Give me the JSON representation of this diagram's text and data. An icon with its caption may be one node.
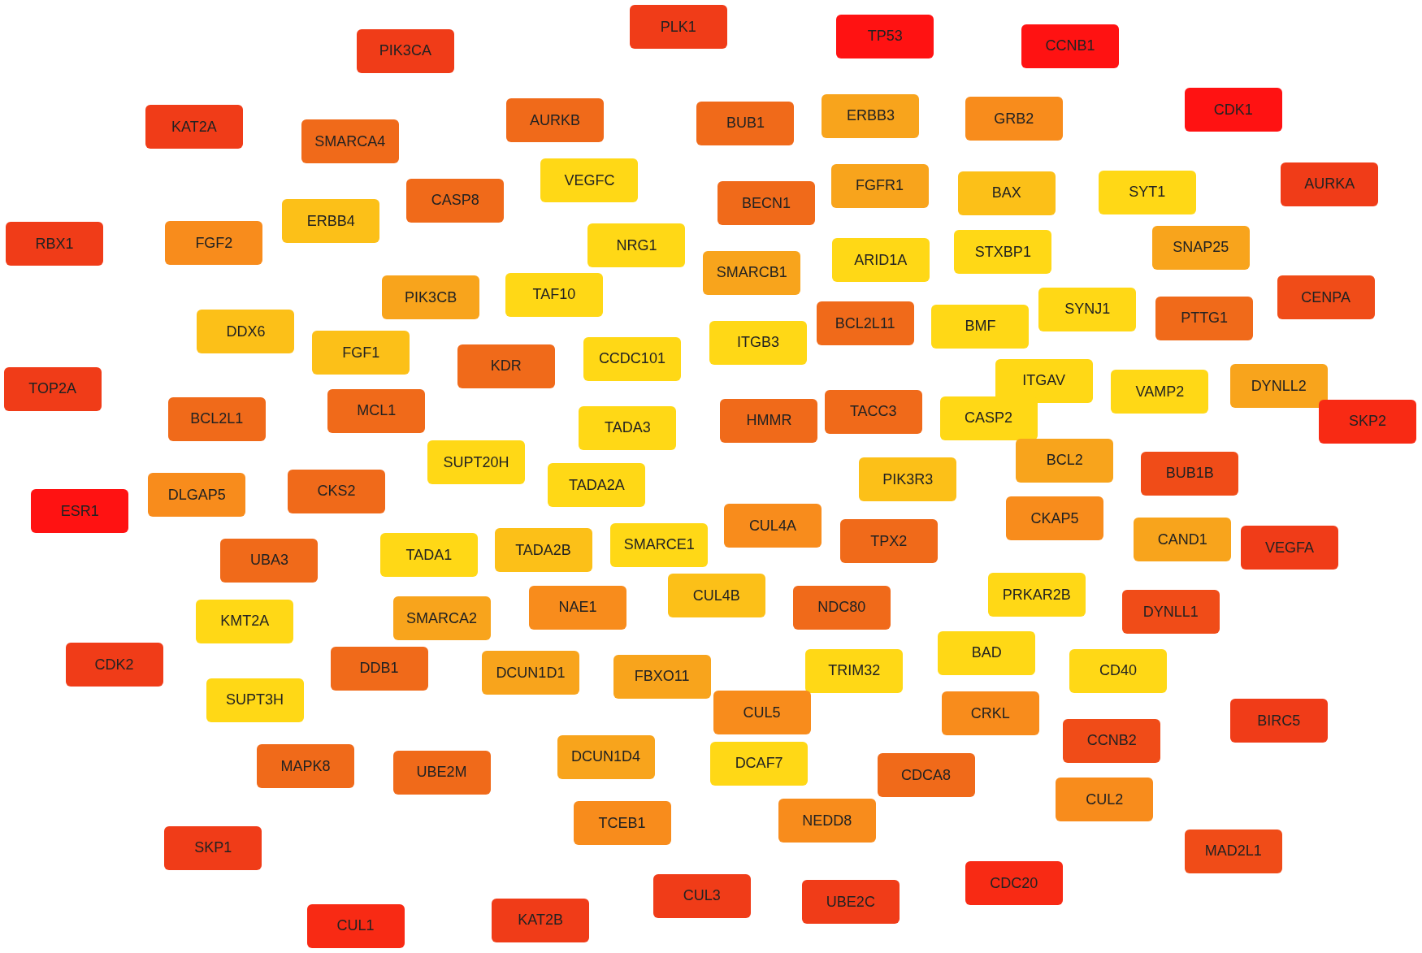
{
  "diagram": {
    "nodes": [
      {
        "text": [
          "PLK1"
        ]
      },
      {
        "text": [
          "TP53"
        ]
      },
      {
        "text": [
          "PIK3CA"
        ]
      },
      {
        "text": [
          "CCNB1"
        ]
      },
      {
        "text": [
          "KAT2A"
        ]
      },
      {
        "text": [
          "AURKB"
        ]
      },
      {
        "text": [
          "BUB1"
        ]
      },
      {
        "text": [
          "ERBB3"
        ]
      },
      {
        "text": [
          "GRB2"
        ]
      },
      {
        "text": [
          "CDK1"
        ]
      },
      {
        "text": [
          "SMARCA4"
        ]
      },
      {
        "text": [
          "VEGFC"
        ]
      },
      {
        "text": [
          "CASP8"
        ]
      },
      {
        "text": [
          "BECN1"
        ]
      },
      {
        "text": [
          "FGFR1"
        ]
      },
      {
        "text": [
          "BAX"
        ]
      },
      {
        "text": [
          "SYT1"
        ]
      },
      {
        "text": [
          "AURKA"
        ]
      },
      {
        "text": [
          "RBX1"
        ]
      },
      {
        "text": [
          "FGF2"
        ]
      },
      {
        "text": [
          "ERBB4"
        ]
      },
      {
        "text": [
          "NRG1"
        ]
      },
      {
        "text": [
          "ARID1A"
        ]
      },
      {
        "text": [
          "STXBP1"
        ]
      },
      {
        "text": [
          "SNAP25"
        ]
      },
      {
        "text": [
          "SMARCB1"
        ]
      },
      {
        "text": [
          "PIK3CB"
        ]
      },
      {
        "text": [
          "TAF10"
        ]
      },
      {
        "text": [
          "CENPA"
        ]
      },
      {
        "text": [
          "DDX6"
        ]
      },
      {
        "text": [
          "BCL2L11"
        ]
      },
      {
        "text": [
          "BMF"
        ]
      },
      {
        "text": [
          "SYNJ1"
        ]
      },
      {
        "text": [
          "PTTG1"
        ]
      },
      {
        "text": [
          "FGF1"
        ]
      },
      {
        "text": [
          "KDR"
        ]
      },
      {
        "text": [
          "CCDC101"
        ]
      },
      {
        "text": [
          "ITGB3"
        ]
      },
      {
        "text": [
          "TOP2A"
        ]
      },
      {
        "text": [
          "ITGAV"
        ]
      },
      {
        "text": [
          "VAMP2"
        ]
      },
      {
        "text": [
          "DYNLL2"
        ]
      },
      {
        "text": [
          "MCL1"
        ]
      },
      {
        "text": [
          "BCL2L1"
        ]
      },
      {
        "text": [
          "TADA3"
        ]
      },
      {
        "text": [
          "HMMR"
        ]
      },
      {
        "text": [
          "TACC3"
        ]
      },
      {
        "text": [
          "CASP2"
        ]
      },
      {
        "text": [
          "SKP2"
        ]
      },
      {
        "text": [
          "SUPT20H"
        ]
      },
      {
        "text": [
          "BCL2"
        ]
      },
      {
        "text": [
          "PIK3R3"
        ]
      },
      {
        "text": [
          "BUB1B"
        ]
      },
      {
        "text": [
          "ESR1"
        ]
      },
      {
        "text": [
          "DLGAP5"
        ]
      },
      {
        "text": [
          "CKS2"
        ]
      },
      {
        "text": [
          "TADA2A"
        ]
      },
      {
        "text": [
          "CUL4A"
        ]
      },
      {
        "text": [
          "TPX2"
        ]
      },
      {
        "text": [
          "CKAP5"
        ]
      },
      {
        "text": [
          "CAND1"
        ]
      },
      {
        "text": [
          "VEGFA"
        ]
      },
      {
        "text": [
          "UBA3"
        ]
      },
      {
        "text": [
          "TADA1"
        ]
      },
      {
        "text": [
          "TADA2B"
        ]
      },
      {
        "text": [
          "SMARCE1"
        ]
      },
      {
        "text": [
          "NAE1"
        ]
      },
      {
        "text": [
          "CUL4B"
        ]
      },
      {
        "text": [
          "NDC80"
        ]
      },
      {
        "text": [
          "PRKAR2B"
        ]
      },
      {
        "text": [
          "DYNLL1"
        ]
      },
      {
        "text": [
          "KMT2A"
        ]
      },
      {
        "text": [
          "SMARCA2"
        ]
      },
      {
        "text": [
          "CDK2"
        ]
      },
      {
        "text": [
          "DDB1"
        ]
      },
      {
        "text": [
          "DCUN1D1"
        ]
      },
      {
        "text": [
          "FBXO11"
        ]
      },
      {
        "text": [
          "TRIM32"
        ]
      },
      {
        "text": [
          "BAD"
        ]
      },
      {
        "text": [
          "CD40"
        ]
      },
      {
        "text": [
          "SUPT3H"
        ]
      },
      {
        "text": [
          "CUL5"
        ]
      },
      {
        "text": [
          "CRKL"
        ]
      },
      {
        "text": [
          "BIRC5"
        ]
      },
      {
        "text": [
          "CCNB2"
        ]
      },
      {
        "text": [
          "MAPK8"
        ]
      },
      {
        "text": [
          "UBE2M"
        ]
      },
      {
        "text": [
          "DCUN1D4"
        ]
      },
      {
        "text": [
          "DCAF7"
        ]
      },
      {
        "text": [
          "CDCA8"
        ]
      },
      {
        "text": [
          "CUL2"
        ]
      },
      {
        "text": [
          "TCEB1"
        ]
      },
      {
        "text": [
          "NEDD8"
        ]
      },
      {
        "text": [
          "SKP1"
        ]
      },
      {
        "text": [
          "MAD2L1"
        ]
      },
      {
        "text": [
          "CDC20"
        ]
      },
      {
        "text": [
          "CUL3"
        ]
      },
      {
        "text": [
          "UBE2C"
        ]
      },
      {
        "text": [
          "KAT2B"
        ]
      },
      {
        "text": [
          "CUL1"
        ]
      }
    ]
  }
}
